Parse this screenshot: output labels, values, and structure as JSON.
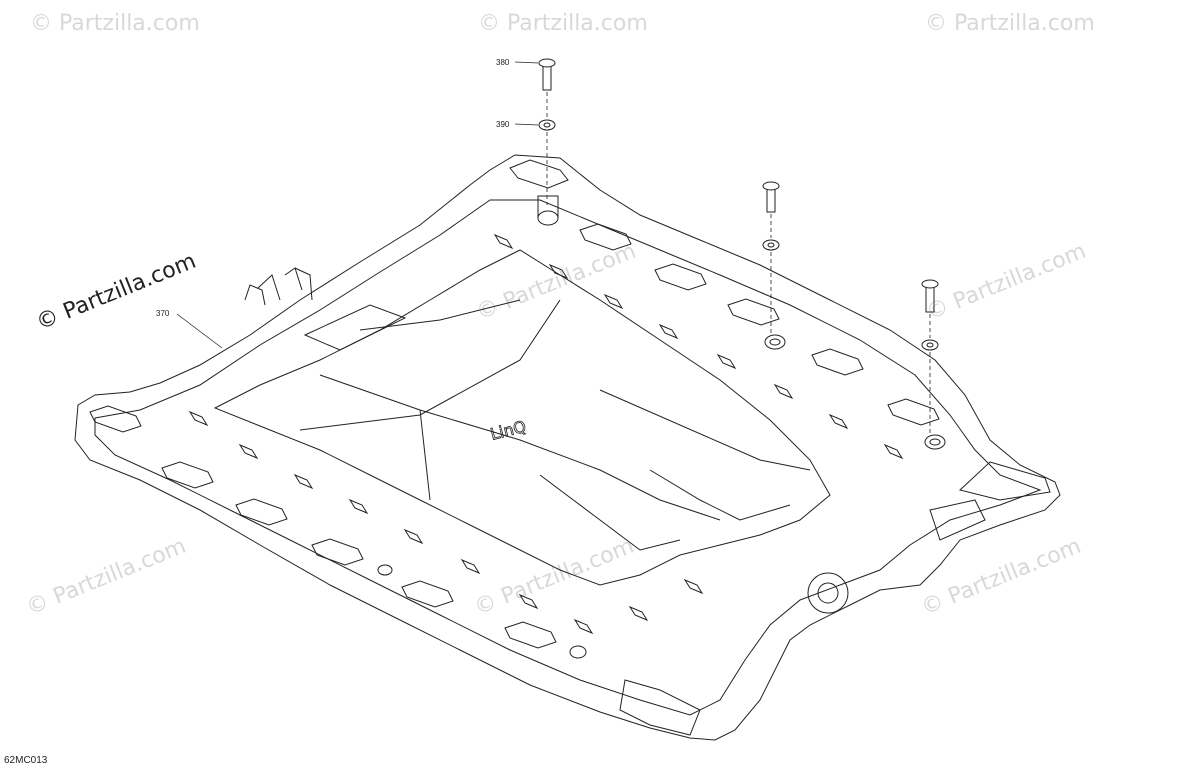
{
  "callouts": {
    "p370": "370",
    "p380": "380",
    "p390": "390"
  },
  "watermark": {
    "main": "© Partzilla.com",
    "faint": "© Partzilla.com"
  },
  "diagram_code": "62MC013",
  "embossed_logo": "LinQ",
  "colors": {
    "line": "#222222",
    "watermark": "#d4d4d4"
  }
}
